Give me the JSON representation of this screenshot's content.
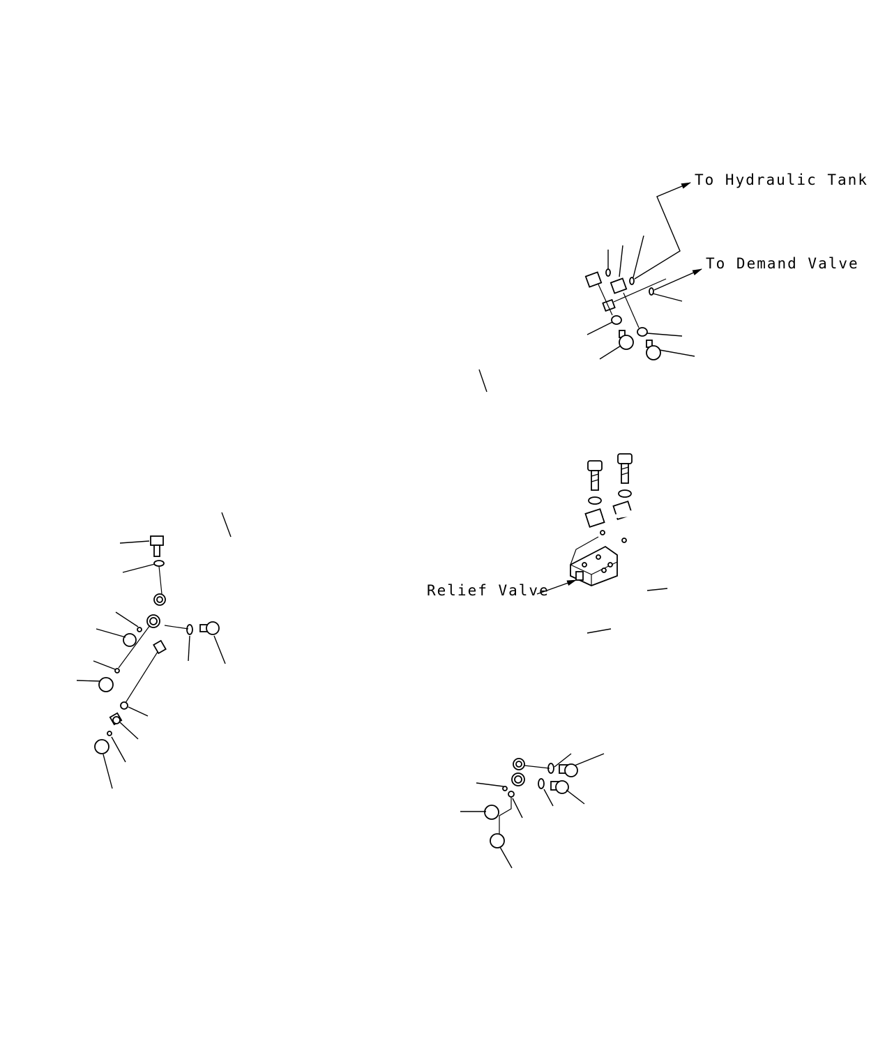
{
  "labels": {
    "hydraulic_tank": "To Hydraulic Tank",
    "demand_valve": "To Demand Valve",
    "relief_valve": "Relief Valve"
  },
  "colors": {
    "line": "#000000",
    "background": "#ffffff"
  }
}
